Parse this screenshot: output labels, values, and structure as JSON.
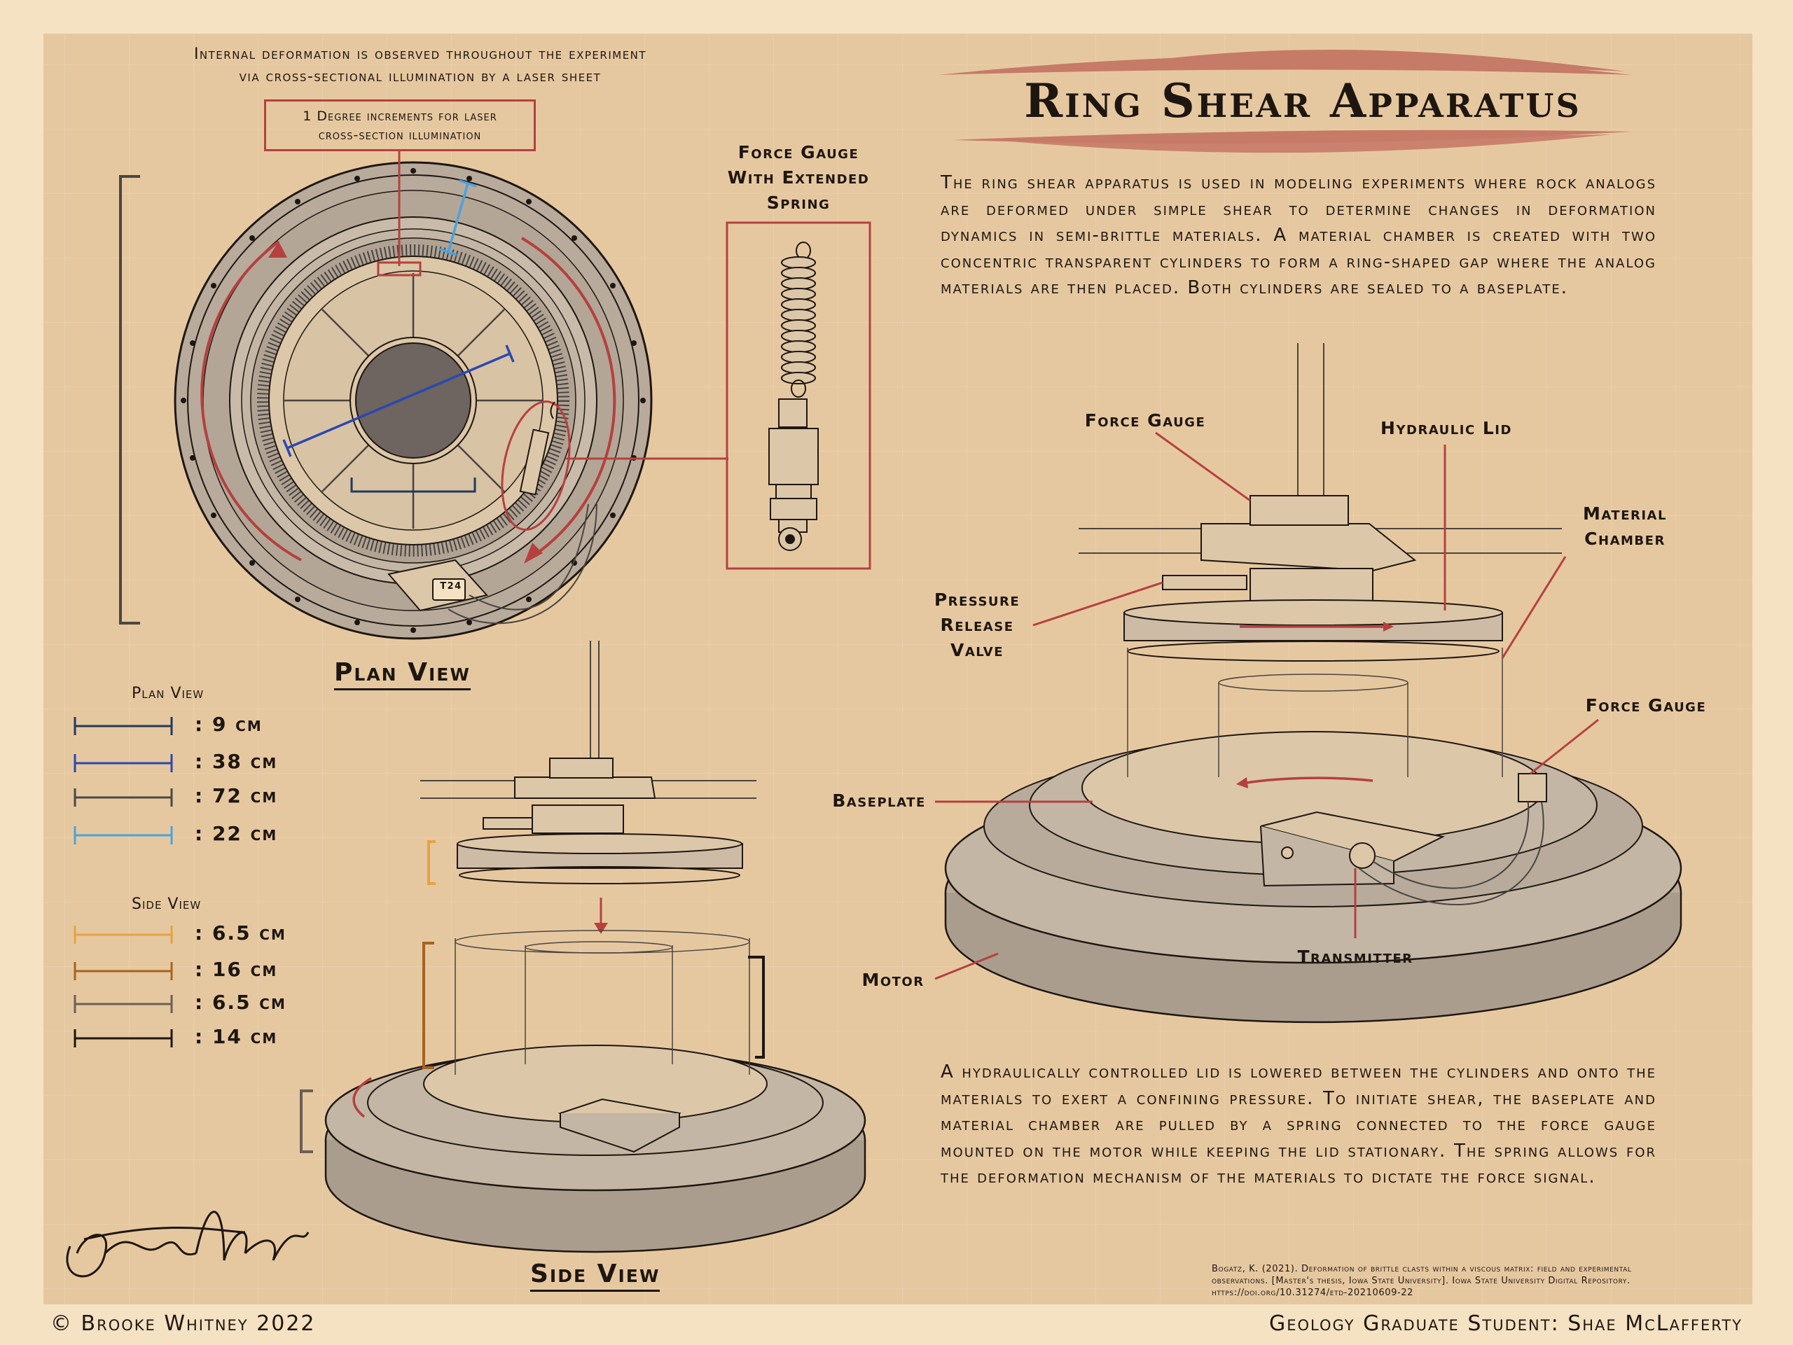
{
  "title": "Ring Shear Apparatus",
  "top_note": {
    "line1": "Internal deformation is observed throughout the experiment",
    "line2": "via cross-sectional illumination by a laser sheet"
  },
  "laser_box": {
    "line1": "1 Degree increments for laser",
    "line2": "cross-section illumination"
  },
  "force_gauge_spring_label": {
    "line1": "Force Gauge",
    "line2": "With Extended",
    "line3": "Spring"
  },
  "intro_paragraph": "The ring shear apparatus is used in modeling experiments where rock analogs are deformed under simple shear to determine changes in deformation dynamics in semi-brittle materials. A material chamber is created with two concentric transparent cylinders to form a ring-shaped gap where the analog materials are then placed. Both cylinders are sealed to a baseplate.",
  "bottom_paragraph": "A hydraulically controlled lid is lowered between the cylinders and onto the materials to exert a confining pressure. To initiate shear, the baseplate and material chamber are pulled by a spring connected to the force gauge mounted on the motor while keeping the lid stationary. The spring allows for the deformation mechanism of the materials to dictate the force signal.",
  "views": {
    "plan": "Plan View",
    "side": "Side View"
  },
  "component_labels": {
    "force_gauge_top": "Force Gauge",
    "hydraulic_lid": "Hydraulic Lid",
    "material_chamber_1": "Material",
    "material_chamber_2": "Chamber",
    "pressure_valve_1": "Pressure",
    "pressure_valve_2": "Release",
    "pressure_valve_3": "Valve",
    "force_gauge_right": "Force Gauge",
    "baseplate": "Baseplate",
    "transmitter": "Transmitter",
    "motor": "Motor",
    "tag": "T24"
  },
  "legend": {
    "plan_heading": "Plan View",
    "plan_items": [
      {
        "value": ":  9 cm",
        "color": "#213a5c"
      },
      {
        "value": ":  38 cm",
        "color": "#2a48b0"
      },
      {
        "value": ":  72 cm",
        "color": "#4a4844"
      },
      {
        "value": ":  22 cm",
        "color": "#4aa3dc"
      }
    ],
    "side_heading": "Side View",
    "side_items": [
      {
        "value": ":  6.5 cm",
        "color": "#e6a243"
      },
      {
        "value": ":  16 cm",
        "color": "#a5641e"
      },
      {
        "value": ":  6.5 cm",
        "color": "#6a5f58"
      },
      {
        "value": ":  14 cm",
        "color": "#1e1610"
      }
    ]
  },
  "citation": {
    "line1": "Bogatz, K. (2021). Deformation of brittle clasts within a viscous matrix: field and experimental",
    "line2": "observations. [Master's thesis, Iowa State University]. Iowa State University Digital Repository.",
    "line3": "https://doi.org/10.31274/etd-20210609-22"
  },
  "footer": {
    "left": "© Brooke Whitney 2022",
    "right": "Geology Graduate Student: Shae McLafferty"
  },
  "colors": {
    "background": "#f5e2c3",
    "panel": "#e6c8a0",
    "accent_red": "#b5403f",
    "banner": "#c67a68",
    "metal": "#b8ab9c",
    "dark_hub": "#6e6460"
  }
}
